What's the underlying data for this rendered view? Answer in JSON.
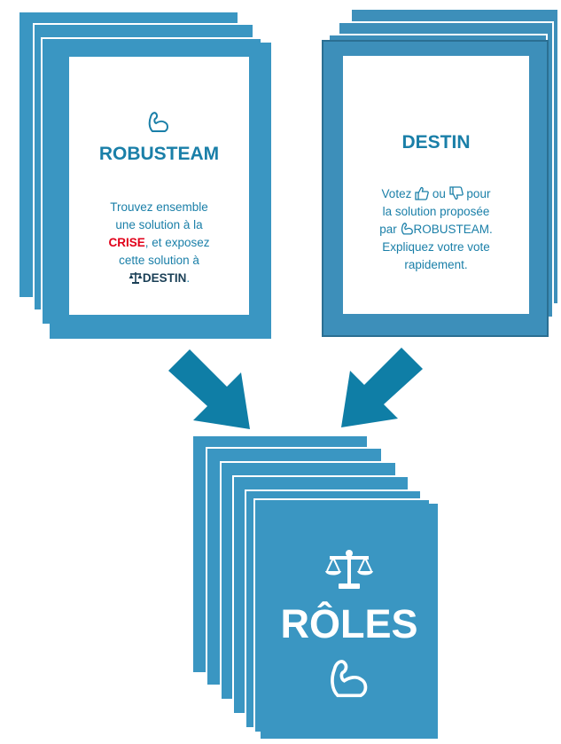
{
  "left_card": {
    "title": "ROBUSTEAM",
    "icon": "flexed-bicep-icon",
    "text_1": "Trouvez ensemble",
    "text_2": "une solution à la",
    "crise": "CRISE",
    "text_3": ", et exposez",
    "text_4": "cette solution à",
    "destin_ref": "DESTIN",
    "period": "."
  },
  "right_card": {
    "title": "DESTIN",
    "votez": "Votez",
    "ou": "ou",
    "pour": "pour",
    "line_2": "la solution proposée",
    "par": "par",
    "robusteam_ref": "ROBUSTEAM.",
    "line_4": "Expliquez votre vote",
    "line_5": "rapidement."
  },
  "bottom_card": {
    "title": "RÔLES",
    "icons": [
      "scales-icon",
      "flexed-bicep-icon"
    ]
  },
  "colors": {
    "card_blue": "#3a96c2",
    "right_card_blue": "#3d8fba",
    "text_blue": "#1a7fa8",
    "arrow_blue": "#0f7ea6",
    "crise_red": "#e1001a"
  }
}
